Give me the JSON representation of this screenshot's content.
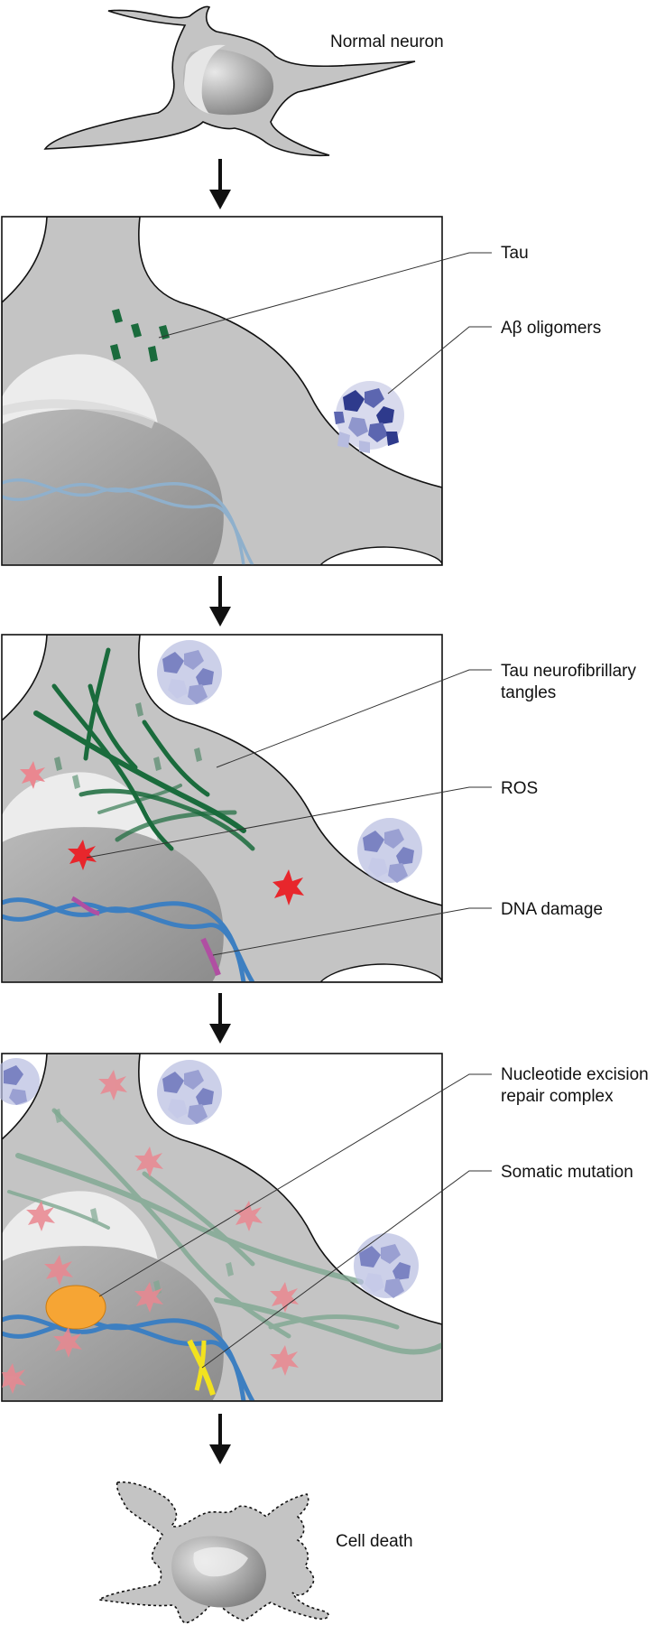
{
  "labels": {
    "normal_neuron": "Normal neuron",
    "tau": "Tau",
    "ab_oligomers": "Aβ oligomers",
    "tau_tangles_line1": "Tau neurofibrillary",
    "tau_tangles_line2": "tangles",
    "ros": "ROS",
    "dna_damage": "DNA damage",
    "ner_line1": "Nucleotide excision",
    "ner_line2": "repair complex",
    "somatic_mutation": "Somatic mutation",
    "cell_death": "Cell death"
  },
  "colors": {
    "cytoplasm": "#c4c4c4",
    "nucleus": "#9e9e9e",
    "tau": "#1a6b3c",
    "amyloid": "#6f78b8",
    "ros": "#e8262c",
    "dna": "#3d7fc1",
    "dna_damage": "#b04fa2",
    "mutation": "#f2e21f",
    "repair_complex": "#f6a534"
  }
}
